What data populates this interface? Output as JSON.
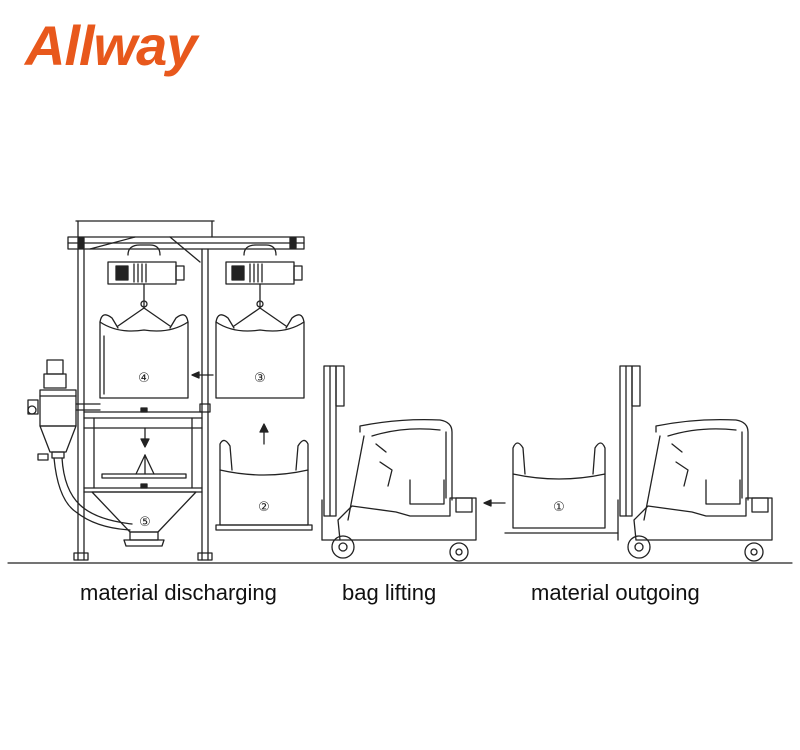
{
  "brand": {
    "name": "Allway",
    "color": "#e8581c"
  },
  "captions": {
    "discharging": "material discharging",
    "lifting": "bag lifting",
    "outgoing": "material outgoing"
  },
  "steps": [
    "①",
    "②",
    "③",
    "④",
    "⑤"
  ],
  "colors": {
    "line": "#222222"
  }
}
